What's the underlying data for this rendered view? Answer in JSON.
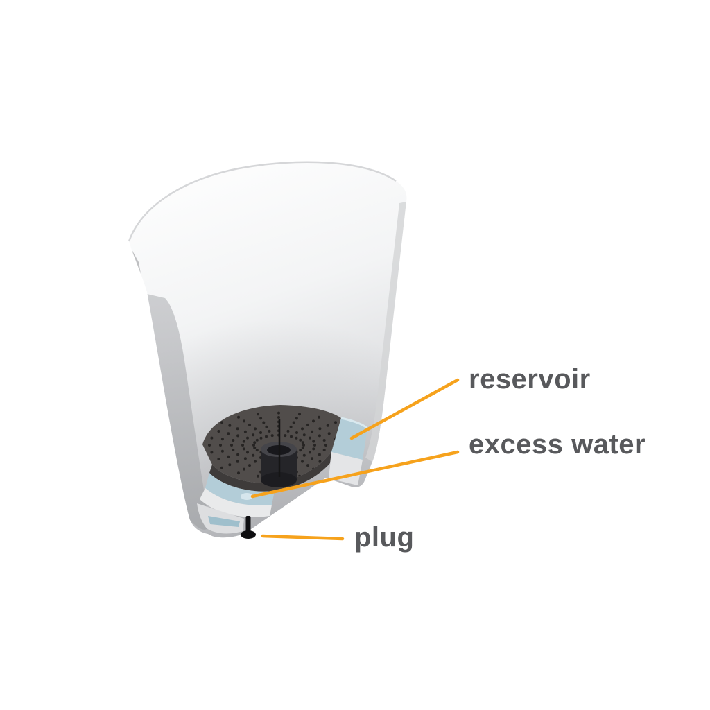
{
  "diagram": {
    "subject": "self-watering planter pot cutaway",
    "labels": {
      "reservoir": "reservoir",
      "excess_water": "excess water",
      "plug": "plug"
    },
    "colors": {
      "background": "#ffffff",
      "label_text": "#58595c",
      "leader_line": "#f6a21c",
      "water": "#b3cdd8",
      "water_dark": "#9fbfcc",
      "water_highlight": "#d9e9ef",
      "grate": "#514d4b",
      "grate_underside": "#3e3b3a",
      "grate_dot": "#262423",
      "tube_dark": "#1c1c20",
      "plug": "#0e0e10",
      "pot_highlight": "#ffffff",
      "pot_shadow": "#c9cacd"
    }
  }
}
